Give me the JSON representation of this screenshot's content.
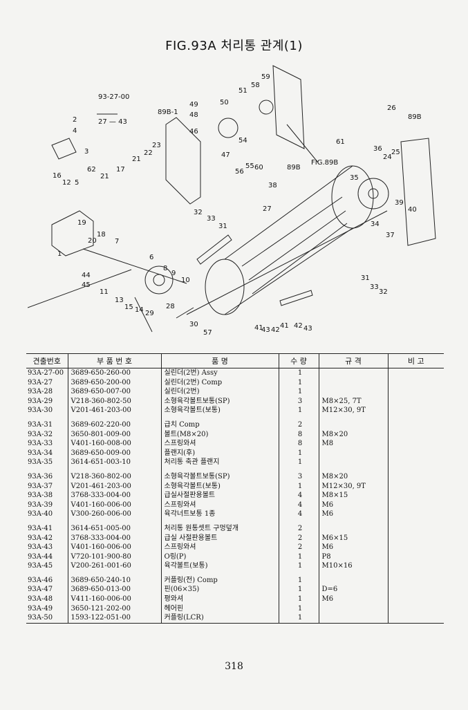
{
  "title": "FIG.93A 처리통 관계(1)",
  "diagram": {
    "group_ref": "93-27-00",
    "group_range": "27 — 43",
    "labels": [
      "2",
      "4",
      "3",
      "16",
      "12",
      "5",
      "62",
      "21",
      "17",
      "21",
      "22",
      "23",
      "89B-1",
      "49",
      "48",
      "50",
      "51",
      "58",
      "59",
      "46",
      "47",
      "54",
      "56",
      "55",
      "60",
      "89B",
      "26",
      "89B",
      "61",
      "FIG.89B",
      "36",
      "24",
      "25",
      "35",
      "39",
      "40",
      "34",
      "37",
      "38",
      "27",
      "32",
      "33",
      "31",
      "20",
      "18",
      "7",
      "1",
      "44",
      "45",
      "11",
      "6",
      "8",
      "9",
      "10",
      "13",
      "15",
      "14",
      "28",
      "29",
      "30",
      "57",
      "41",
      "42",
      "43",
      "31",
      "33",
      "32",
      "41",
      "43",
      "42",
      "19"
    ]
  },
  "table": {
    "headers": [
      "견출번호",
      "부 품 번 호",
      "품 명",
      "수 량",
      "규 격",
      "비 고"
    ],
    "groups": [
      [
        {
          "no": "93A-27-00",
          "part": "3689-650-260-00",
          "name": "실린더(2번) Assy",
          "qty": "1",
          "spec": ""
        },
        {
          "no": "93A-27",
          "part": "3689-650-200-00",
          "name": "실린더(2번) Comp",
          "qty": "1",
          "spec": ""
        },
        {
          "no": "93A-28",
          "part": "3689-650-007-00",
          "name": "실린더(2번)",
          "qty": "1",
          "spec": ""
        },
        {
          "no": "93A-29",
          "part": "V218-360-802-50",
          "name": "소형육각볼트보통(SP)",
          "qty": "3",
          "spec": "M8×25, 7T"
        },
        {
          "no": "93A-30",
          "part": "V201-461-203-00",
          "name": "소형육각볼트(보통)",
          "qty": "1",
          "spec": "M12×30, 9T"
        }
      ],
      [
        {
          "no": "93A-31",
          "part": "3689-602-220-00",
          "name": "급치 Comp",
          "qty": "2",
          "spec": ""
        },
        {
          "no": "93A-32",
          "part": "3650-801-009-00",
          "name": "볼트(M8×20)",
          "qty": "8",
          "spec": "M8×20"
        },
        {
          "no": "93A-33",
          "part": "V401-160-008-00",
          "name": "스프링와셔",
          "qty": "8",
          "spec": "M8"
        },
        {
          "no": "93A-34",
          "part": "3689-650-009-00",
          "name": "플랜지(후)",
          "qty": "1",
          "spec": ""
        },
        {
          "no": "93A-35",
          "part": "3614-651-003-10",
          "name": "처리통 축관 플랜지",
          "qty": "1",
          "spec": ""
        }
      ],
      [
        {
          "no": "93A-36",
          "part": "V218-360-802-00",
          "name": "소형육각볼트보통(SP)",
          "qty": "3",
          "spec": "M8×20"
        },
        {
          "no": "93A-37",
          "part": "V201-461-203-00",
          "name": "소형육각볼트(보통)",
          "qty": "1",
          "spec": "M12×30, 9T"
        },
        {
          "no": "93A-38",
          "part": "3768-333-004-00",
          "name": "급실사절판용볼트",
          "qty": "4",
          "spec": "M8×15"
        },
        {
          "no": "93A-39",
          "part": "V401-160-006-00",
          "name": "스프링와셔",
          "qty": "4",
          "spec": "M6"
        },
        {
          "no": "93A-40",
          "part": "V300-260-006-00",
          "name": "육각너트보통 1종",
          "qty": "4",
          "spec": "M6"
        }
      ],
      [
        {
          "no": "93A-41",
          "part": "3614-651-005-00",
          "name": "처리통 원통셋트 구멍덮개",
          "qty": "2",
          "spec": ""
        },
        {
          "no": "93A-42",
          "part": "3768-333-004-00",
          "name": "급실 사절판용볼트",
          "qty": "2",
          "spec": "M6×15"
        },
        {
          "no": "93A-43",
          "part": "V401-160-006-00",
          "name": "스프링와셔",
          "qty": "2",
          "spec": "M6"
        },
        {
          "no": "93A-44",
          "part": "V720-101-900-80",
          "name": "O링(P)",
          "qty": "1",
          "spec": "P8"
        },
        {
          "no": "93A-45",
          "part": "V200-261-001-60",
          "name": "육각볼트(보통)",
          "qty": "1",
          "spec": "M10×16"
        }
      ],
      [
        {
          "no": "93A-46",
          "part": "3689-650-240-10",
          "name": "커플링(전) Comp",
          "qty": "1",
          "spec": ""
        },
        {
          "no": "93A-47",
          "part": "3689-650-013-00",
          "name": "핀(06×35)",
          "qty": "1",
          "spec": "D=6"
        },
        {
          "no": "93A-48",
          "part": "V411-160-006-00",
          "name": "평와셔",
          "qty": "1",
          "spec": "M6"
        },
        {
          "no": "93A-49",
          "part": "3650-121-202-00",
          "name": "헤어핀",
          "qty": "1",
          "spec": ""
        },
        {
          "no": "93A-50",
          "part": "1593-122-051-00",
          "name": "커플링(LCR)",
          "qty": "1",
          "spec": ""
        }
      ]
    ]
  },
  "page_number": "318"
}
